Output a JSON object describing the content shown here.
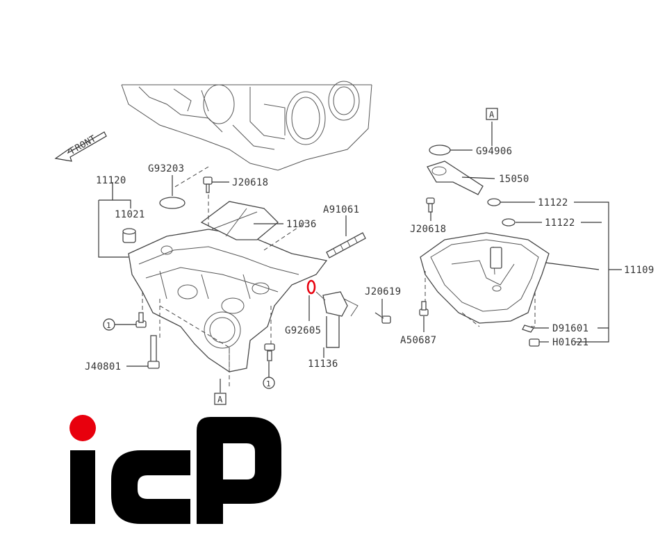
{
  "diagram": {
    "front_text": "FRONT",
    "labels": {
      "p11120": "11120",
      "p11021": "11021",
      "pG93203": "G93203",
      "pJ20618a": "J20618",
      "p11036": "11036",
      "pA91061": "A91061",
      "pJ20619": "J20619",
      "pG92605": "G92605",
      "p11136": "11136",
      "pJ40801": "J40801",
      "circle1a": "1",
      "circle1b": "1",
      "boxA_left": "A",
      "boxA_right": "A",
      "pG94906": "G94906",
      "p15050": "15050",
      "pJ20618b": "J20618",
      "p11122a": "11122",
      "p11122b": "11122",
      "p11109": "11109",
      "pA50687": "A50687",
      "pD91601": "D91601",
      "pH01621": "H01621"
    },
    "highlight_color": "#e8000d"
  },
  "logo": {
    "text": "ICP",
    "color": "#000000",
    "dot_color": "#e8000d"
  }
}
